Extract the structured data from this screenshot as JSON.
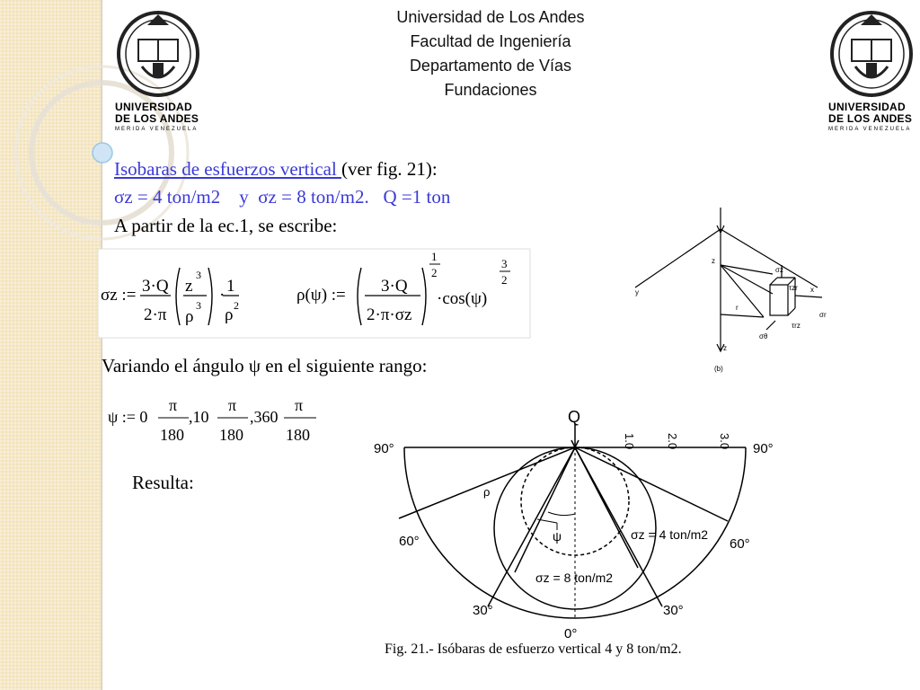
{
  "header": {
    "lines": [
      "Universidad de Los Andes",
      "Facultad de Ingeniería",
      "Departamento de Vías",
      "Fundaciones"
    ]
  },
  "logo": {
    "name_line1": "UNIVERSIDAD",
    "name_line2": "DE LOS ANDES",
    "subtitle": "MERIDA VENEZUELA"
  },
  "body": {
    "title_link": "Isobaras de esfuerzos vertical ",
    "title_rest": "(ver fig. 21):",
    "sigma_line": "σz = 4 ton/m2    y  σz = 8 ton/m2.   Q =1 ton",
    "intro": "A partir de la ec.1, se escribe:",
    "varying": "Variando el ángulo ψ en el siguiente rango:",
    "result": "Resulta:"
  },
  "formulas": {
    "f1_lhs": "σz :=",
    "f1_num": "3·Q",
    "f1_den": "2·π",
    "f1_ratio_num": "z",
    "f1_ratio_den": "ρ",
    "f1_exp": "3",
    "f1_one": "1",
    "f1_rho2": "ρ",
    "f1_two": "2",
    "f2_lhs": "ρ(ψ) :=",
    "f2_num": "3·Q",
    "f2_den": "2·π·σz",
    "f2_exp_num": "1",
    "f2_exp_den": "2",
    "f2_cos": "·cos(ψ)",
    "f2_cexp_num": "3",
    "f2_cexp_den": "2",
    "range_lhs": "ψ := 0",
    "range_pi": "π",
    "range_180": "180",
    "range_mid1": ",10",
    "range_mid2": ",360"
  },
  "fig_top": {
    "labels": {
      "y": "y",
      "x": "x",
      "z_top": "z",
      "z_bot": "z",
      "r": "r",
      "sz": "σz",
      "tzr": "τzr",
      "sr": "σr",
      "st": "σθ",
      "trz": "τrz",
      "b": "(b)"
    }
  },
  "fig_main": {
    "q_label": "Q",
    "angles": {
      "left90": "90°",
      "right90": "90°",
      "left60": "60°",
      "right60": "60°",
      "left30": "30°",
      "right30": "30°",
      "bottom0": "0°"
    },
    "scale": [
      "1.0",
      "2.0",
      "3.0"
    ],
    "rho": "ρ",
    "psi": "ψ",
    "iso4": "σz = 4 ton/m2",
    "iso8": "σz = 8 ton/m2"
  },
  "caption": "Fig. 21.- Isóbaras de esfuerzo vertical 4 y 8 ton/m2."
}
